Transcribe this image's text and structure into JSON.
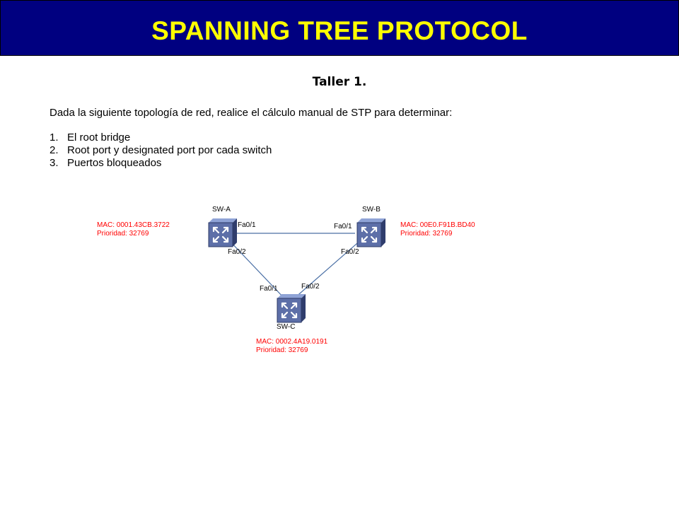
{
  "banner": {
    "title": "SPANNING TREE PROTOCOL"
  },
  "subtitle": "Taller 1.",
  "intro": "Dada la siguiente topología de red, realice el cálculo manual de STP para determinar:",
  "steps": [
    {
      "num": "1.",
      "text": "El root bridge"
    },
    {
      "num": "2.",
      "text": "Root port y designated port por cada switch"
    },
    {
      "num": "3.",
      "text": "Puertos bloqueados"
    }
  ],
  "switches": {
    "a": {
      "name": "SW-A",
      "mac": "MAC: 0001.43CB.3722",
      "priority": "Prioridad:  32769"
    },
    "b": {
      "name": "SW-B",
      "mac": "MAC: 00E0.F91B.BD40",
      "priority": "Prioridad:  32769"
    },
    "c": {
      "name": "SW-C",
      "mac": "MAC: 0002.4A19.0191",
      "priority": "Prioridad:  32769"
    }
  },
  "ports": {
    "a_fa01": "Fa0/1",
    "a_fa02": "Fa0/2",
    "b_fa01": "Fa0/1",
    "b_fa02": "Fa0/2",
    "c_fa01": "Fa0/1",
    "c_fa02": "Fa0/2"
  },
  "colors": {
    "banner_bg": "#000080",
    "banner_text": "#ffff00",
    "info_text": "#ff0000",
    "switch_body": "#5d6fa8"
  }
}
